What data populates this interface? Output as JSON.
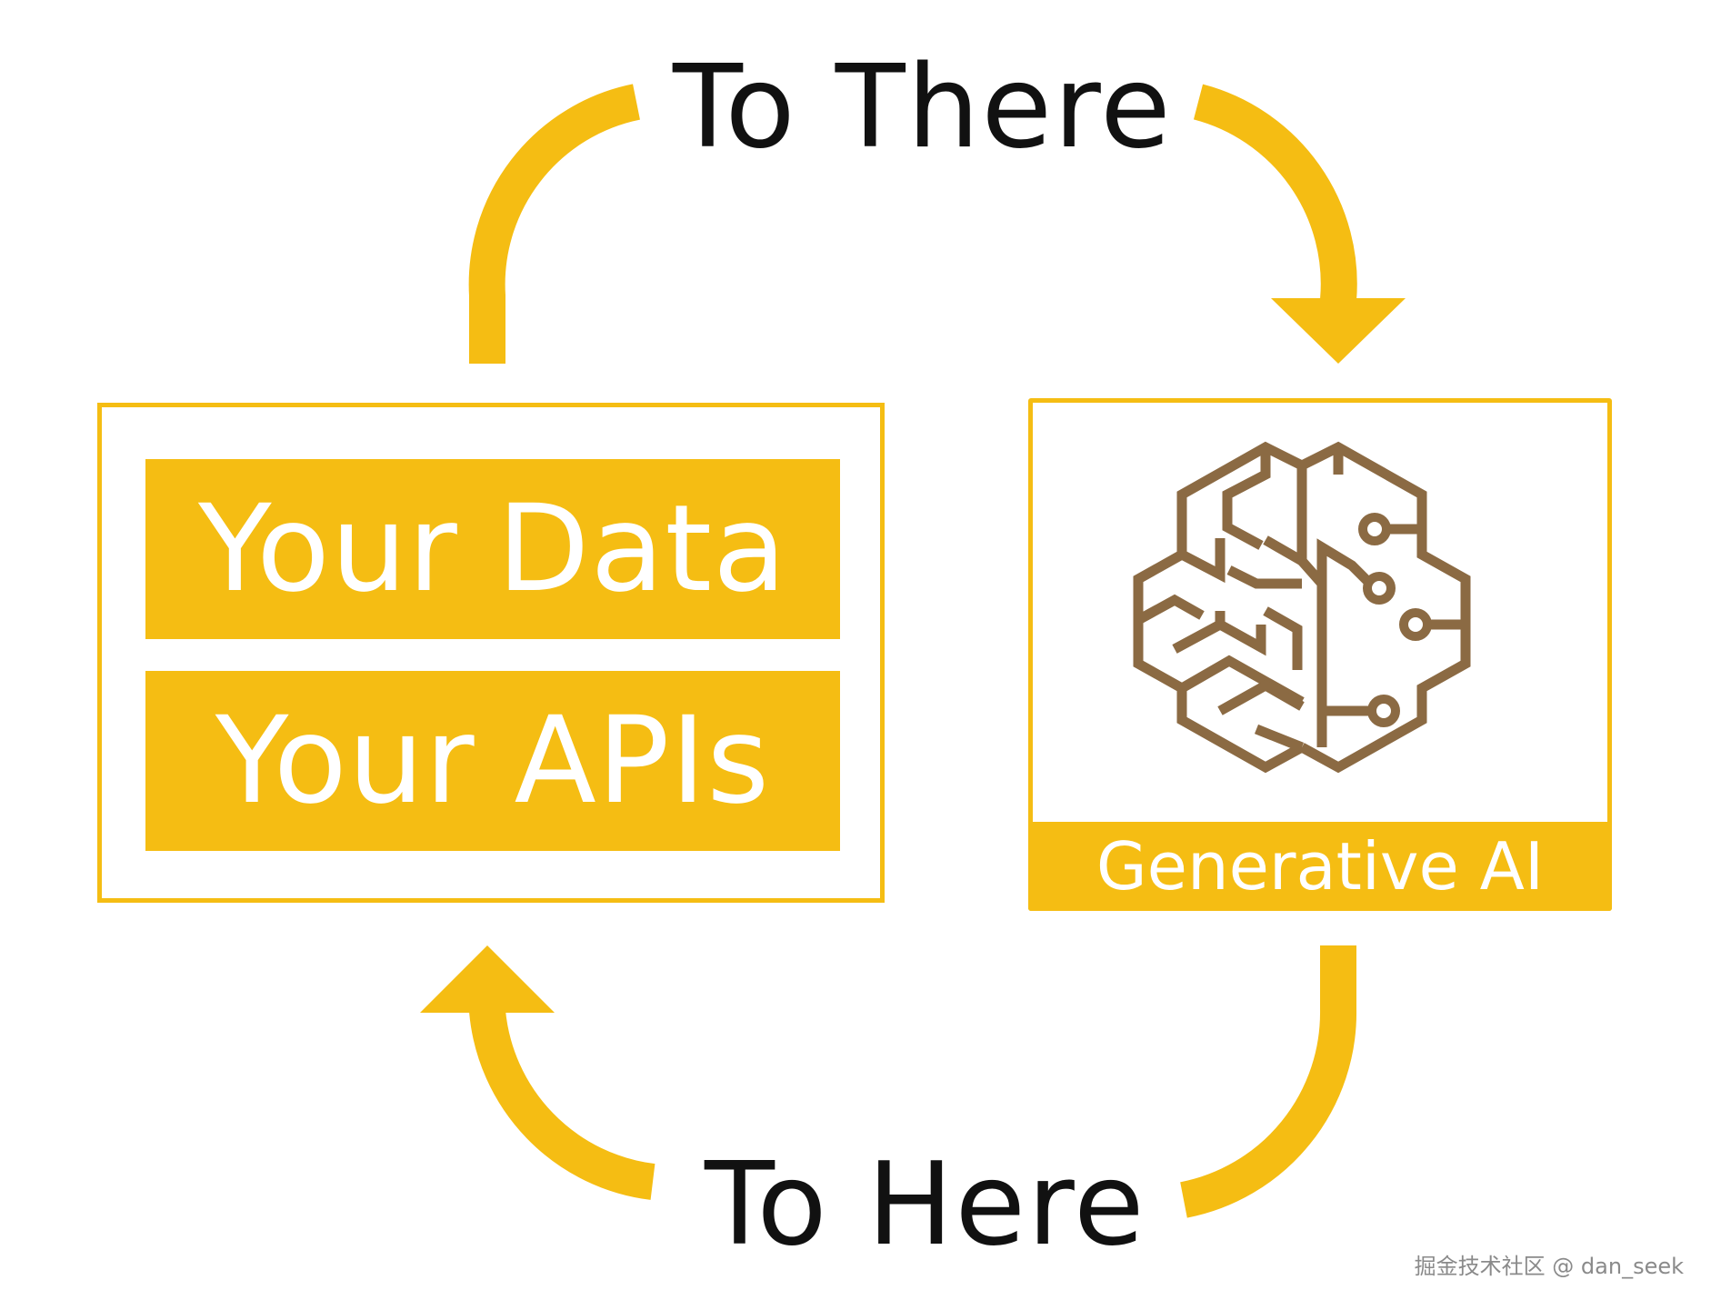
{
  "labels": {
    "top": "To There",
    "bottom": "To Here"
  },
  "left_box": {
    "line1": "Your Data",
    "line2": "Your APIs"
  },
  "right_box": {
    "label": "Generative AI",
    "icon": "brain-circuit-icon"
  },
  "watermark": "掘金技术社区 @ dan_seek",
  "colors": {
    "accent": "#F5BD13",
    "icon": "#8B6A43",
    "text": "#111111",
    "background": "#ffffff"
  }
}
